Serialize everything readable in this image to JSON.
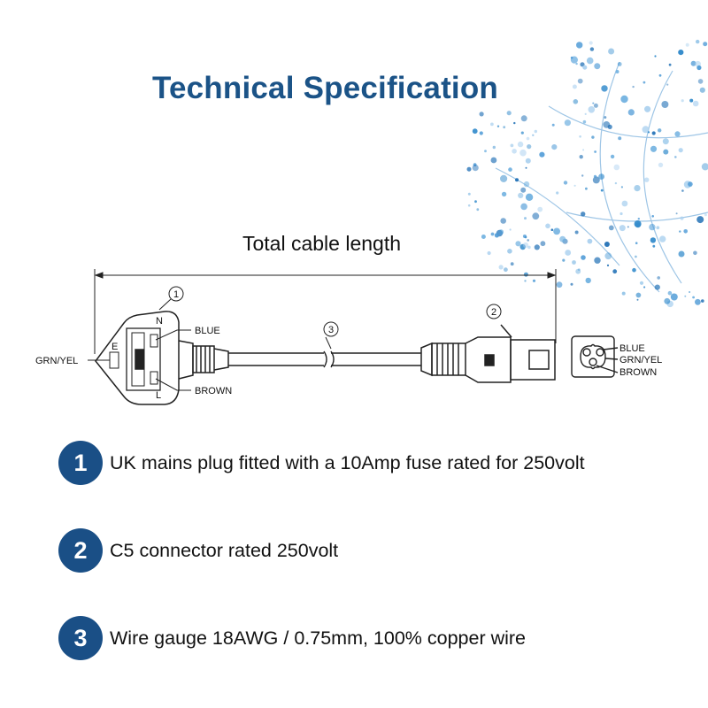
{
  "title": "Technical Specification",
  "diagram": {
    "length_label": "Total cable length",
    "callouts": [
      "1",
      "2",
      "3"
    ],
    "plug_labels": {
      "earth": "GRN/YEL",
      "neutral": "BLUE",
      "live": "BROWN",
      "pin_n": "N",
      "pin_l": "L",
      "pin_e": "E"
    },
    "connector_labels": {
      "blue": "BLUE",
      "earth": "GRN/YEL",
      "brown": "BROWN"
    }
  },
  "specs": [
    {
      "number": "1",
      "text": "UK mains plug fitted with a 10Amp fuse rated for 250volt"
    },
    {
      "number": "2",
      "text": "C5 connector rated 250volt"
    },
    {
      "number": "3",
      "text": "Wire gauge 18AWG / 0.75mm, 100% copper wire"
    }
  ],
  "colors": {
    "title": "#1b5387",
    "badge": "#1a4f86",
    "globe": "#2a86c9"
  }
}
